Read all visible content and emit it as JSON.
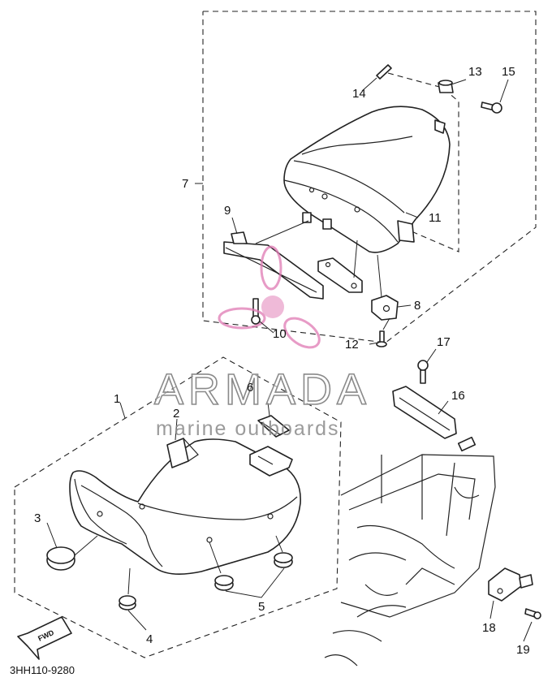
{
  "callouts": [
    "1",
    "2",
    "3",
    "4",
    "5",
    "6",
    "7",
    "8",
    "9",
    "10",
    "11",
    "12",
    "13",
    "14",
    "15",
    "16",
    "17",
    "18",
    "19"
  ],
  "forward_label": "FWD",
  "diagram_code": "3HH110-9280",
  "watermark": {
    "brand": "ARMADA",
    "tagline": "marine outboards",
    "accent_color": "#e07ab4"
  }
}
